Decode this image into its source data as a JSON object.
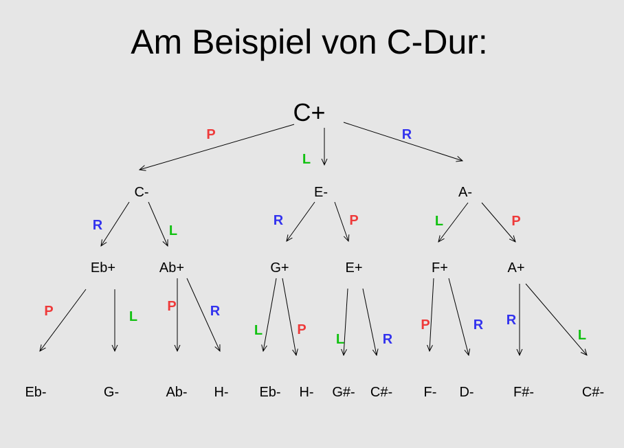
{
  "title": "Am Beispiel von C-Dur:",
  "colors": {
    "P": "#ee3a3a",
    "L": "#11c111",
    "R": "#3333ee"
  },
  "nodes": {
    "root": "C+",
    "c_minor": "C-",
    "e_minor": "E-",
    "a_minor": "A-",
    "eb_major": "Eb+",
    "ab_major": "Ab+",
    "g_major": "G+",
    "e_major": "E+",
    "f_major": "F+",
    "a_major": "A+",
    "leaf_eb_1": "Eb-",
    "leaf_g": "G-",
    "leaf_ab": "Ab-",
    "leaf_h_1": "H-",
    "leaf_eb_2": "Eb-",
    "leaf_h_2": "H-",
    "leaf_gsharp": "G#-",
    "leaf_csharp_1": "C#-",
    "leaf_f": "F-",
    "leaf_d": "D-",
    "leaf_fsharp": "F#-",
    "leaf_csharp_2": "C#-"
  },
  "edges": [
    {
      "id": "root-c",
      "label": "P"
    },
    {
      "id": "root-e",
      "label": "L"
    },
    {
      "id": "root-a",
      "label": "R"
    },
    {
      "id": "c-eb",
      "label": "R"
    },
    {
      "id": "c-ab",
      "label": "L"
    },
    {
      "id": "e-g",
      "label": "R"
    },
    {
      "id": "e-e",
      "label": "P"
    },
    {
      "id": "a-f",
      "label": "L"
    },
    {
      "id": "a-a",
      "label": "P"
    },
    {
      "id": "eb-eb",
      "label": "P"
    },
    {
      "id": "eb-g",
      "label": "L"
    },
    {
      "id": "ab-ab",
      "label": "P"
    },
    {
      "id": "ab-h",
      "label": "R"
    },
    {
      "id": "g-eb",
      "label": "L"
    },
    {
      "id": "g-h",
      "label": "P"
    },
    {
      "id": "e-gsharp",
      "label": "L"
    },
    {
      "id": "e-csharp",
      "label": "R"
    },
    {
      "id": "f-f",
      "label": "P"
    },
    {
      "id": "f-d",
      "label": "R"
    },
    {
      "id": "a-fsharp",
      "label": "R"
    },
    {
      "id": "a-csharp",
      "label": "L"
    }
  ]
}
